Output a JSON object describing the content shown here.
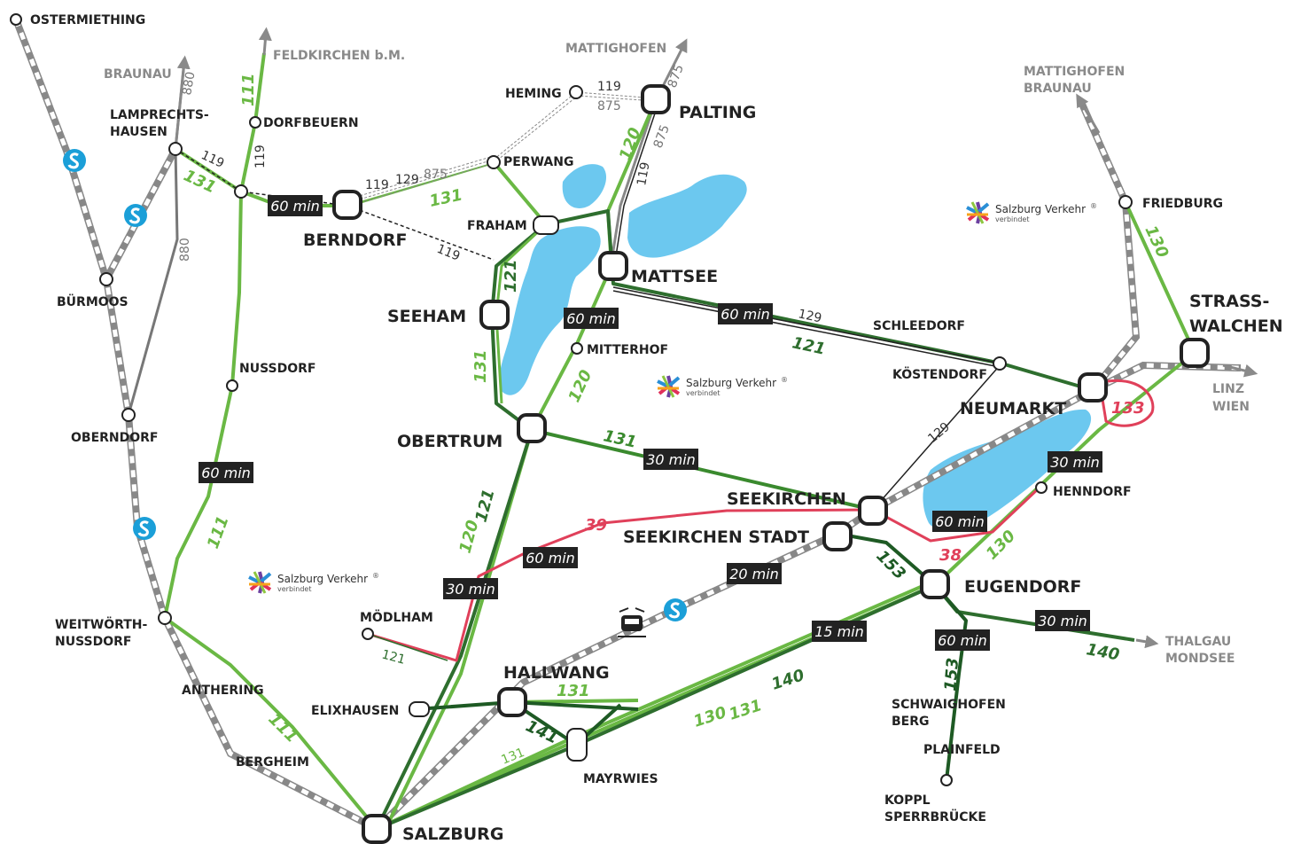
{
  "colors": {
    "light_green": "#6ab844",
    "dark_green": "#2e6e2e",
    "deep_green": "#1e5a24",
    "red": "#e0405a",
    "rail_grey": "#888888",
    "s_bahn_blue": "#1b9fd8",
    "lake_blue": "#6cc8ef"
  },
  "stations": {
    "ostermiething": "OSTERMIETHING",
    "lamprechtshausen_1": "LAMPRECHTS-",
    "lamprechtshausen_2": "HAUSEN",
    "buermoos": "BÜRMOOS",
    "oberndorf": "OBERNDORF",
    "weitwoerth_1": "WEITWÖRTH-",
    "weitwoerth_2": "NUSSDORF",
    "anthering": "ANTHERING",
    "bergheim": "BERGHEIM",
    "dorfbeuern": "DORFBEUERN",
    "nussdorf": "NUSSDORF",
    "berndorf": "BERNDORF",
    "heming": "HEMING",
    "perwang": "PERWANG",
    "fraham": "FRAHAM",
    "palting": "PALTING",
    "mattsee": "MATTSEE",
    "seeham": "SEEHAM",
    "mitterhof": "MITTERHOF",
    "obertrum": "OBERTRUM",
    "schleedorf": "SCHLEEDORF",
    "koestendorf": "KÖSTENDORF",
    "neumarkt": "NEUMARKT",
    "strasswalchen_1": "STRASS-",
    "strasswalchen_2": "WALCHEN",
    "friedburg": "FRIEDBURG",
    "seekirchen": "SEEKIRCHEN",
    "seekirchen_stadt": "SEEKIRCHEN STADT",
    "henndorf": "HENNDORF",
    "eugendorf": "EUGENDORF",
    "schwaighofen_1": "SCHWAIGHOFEN",
    "schwaighofen_2": "BERG",
    "plainfeld": "PLAINFELD",
    "koppl_1": "KOPPL",
    "koppl_2": "SPERRBRÜCKE",
    "moedlham": "MÖDLHAM",
    "elixhausen": "ELIXHAUSEN",
    "hallwang": "HALLWANG",
    "mayrwies": "MAYRWIES",
    "salzburg": "SALZBURG"
  },
  "destinations": {
    "braunau": "BRAUNAU",
    "feldkirchen": "FELDKIRCHEN b.M.",
    "mattighofen": "MATTIGHOFEN",
    "mattighofen_braunau_1": "MATTIGHOFEN",
    "mattighofen_braunau_2": "BRAUNAU",
    "linz_1": "LINZ",
    "linz_2": "WIEN",
    "thalgau_1": "THALGAU",
    "thalgau_2": "MONDSEE"
  },
  "routes": {
    "r111": "111",
    "r119": "119",
    "r120": "120",
    "r121": "121",
    "r129": "129",
    "r130": "130",
    "r131": "131",
    "r133": "133",
    "r140": "140",
    "r141": "141",
    "r153": "153",
    "r38": "38",
    "r39": "39",
    "r875": "875",
    "r880": "880"
  },
  "frequencies": {
    "f60": "60 min",
    "f30": "30 min",
    "f20": "20 min",
    "f15": "15 min"
  },
  "logo": {
    "name": "Salzburg Verkehr",
    "reg": "®",
    "sub": "verbindet"
  },
  "icons": {
    "s_bahn": "s-bahn-icon",
    "train": "train-icon",
    "arrow": "arrow-icon"
  }
}
